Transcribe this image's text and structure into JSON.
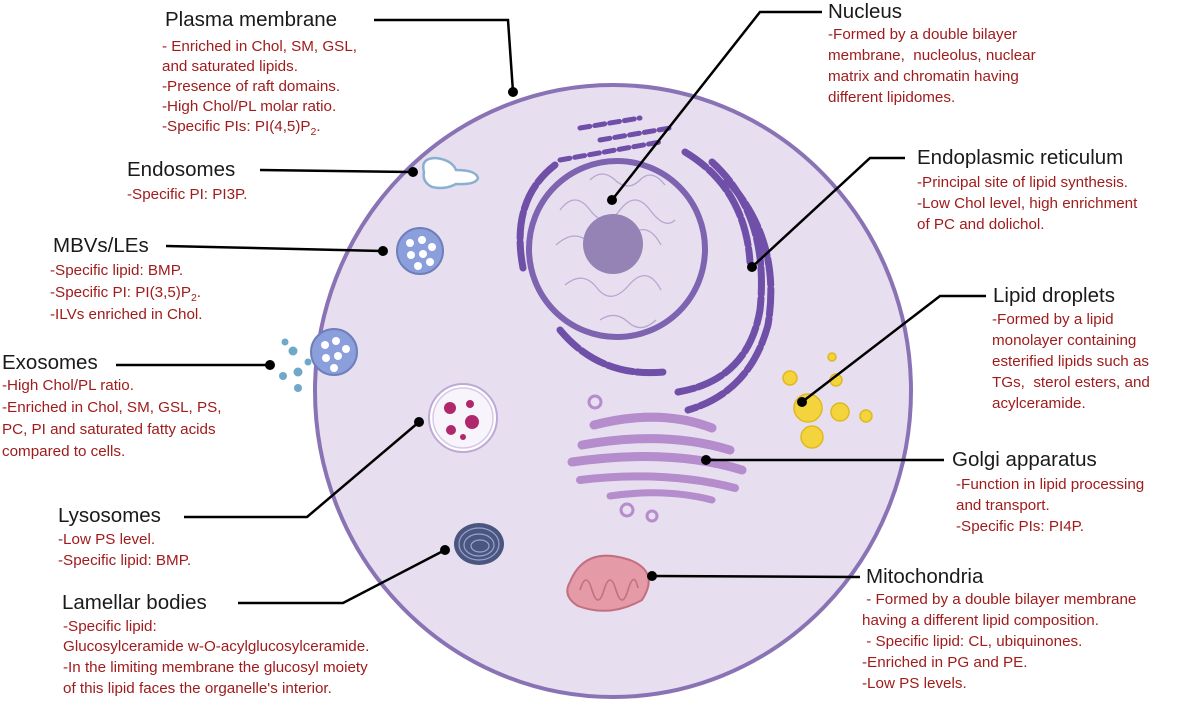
{
  "colors": {
    "cell_fill": "#e7dfef",
    "cell_border": "#8a73b5",
    "title_text": "#1a1a1a",
    "description_text": "#a01c1c",
    "leader_line": "#000000",
    "nucleus": "#7e63b0",
    "nucleolus": "#9583b5",
    "er": "#6f4fa8",
    "golgi": "#b58ccc",
    "lipid_droplet": "#f3d43c",
    "mitochondrion": "#e49aa7",
    "mvb": "#8a9fdc",
    "lamellar_body": "#4a5580",
    "exosome_vesicle": "#6fa8c8"
  },
  "labels": {
    "plasma_membrane": {
      "title": "Plasma membrane",
      "lines": [
        "- Enriched in Chol, SM, GSL,",
        "and saturated lipids.",
        "-Presence of raft domains.",
        "-High Chol/PL molar ratio."
      ],
      "pi_prefix": "-Specific PIs: PI(4,5)P",
      "pi_sub": "2",
      "pi_suffix": "."
    },
    "endosomes": {
      "title": "Endosomes",
      "lines": [
        "-Specific PI: PI3P."
      ]
    },
    "mbvs": {
      "title": "MBVs/LEs",
      "line1": "-Specific lipid: BMP.",
      "pi_prefix": "-Specific PI: PI(3,5)P",
      "pi_sub": "2",
      "pi_suffix": ".",
      "line3": "-ILVs enriched in Chol."
    },
    "exosomes": {
      "title": "Exosomes",
      "lines": [
        "-High Chol/PL ratio.",
        "-Enriched in Chol, SM, GSL, PS,",
        "PC, PI and saturated fatty acids",
        "compared to cells."
      ]
    },
    "lysosomes": {
      "title": "Lysosomes",
      "lines": [
        "-Low PS level.",
        "-Specific lipid: BMP."
      ]
    },
    "lamellar_bodies": {
      "title": "Lamellar bodies",
      "lines": [
        "-Specific lipid:",
        "Glucosylceramide w-O-acylglucosylceramide.",
        "-In the limiting membrane the glucosyl moiety",
        "of this lipid faces the organelle's interior."
      ]
    },
    "nucleus": {
      "title": "Nucleus",
      "lines": [
        "-Formed by a double bilayer",
        "membrane,  nucleolus, nuclear",
        "matrix and chromatin having",
        "different lipidomes."
      ]
    },
    "er": {
      "title": "Endoplasmic reticulum",
      "lines": [
        "-Principal site of lipid synthesis.",
        "-Low Chol level, high enrichment",
        "of PC and dolichol."
      ]
    },
    "lipid_droplets": {
      "title": "Lipid droplets",
      "lines": [
        "-Formed by a lipid",
        "monolayer containing",
        "esterified lipids such as",
        "TGs,  sterol esters, and",
        "acylceramide."
      ]
    },
    "golgi": {
      "title": "Golgi apparatus",
      "lines": [
        "-Function in lipid processing",
        "and transport.",
        "-Specific PIs: PI4P."
      ]
    },
    "mitochondria": {
      "title": "Mitochondria",
      "lines": [
        " - Formed by a double bilayer membrane",
        "having a different lipid composition.",
        " - Specific lipid: CL, ubiquinones.",
        "-Enriched in PG and PE.",
        "-Low PS levels."
      ]
    }
  }
}
